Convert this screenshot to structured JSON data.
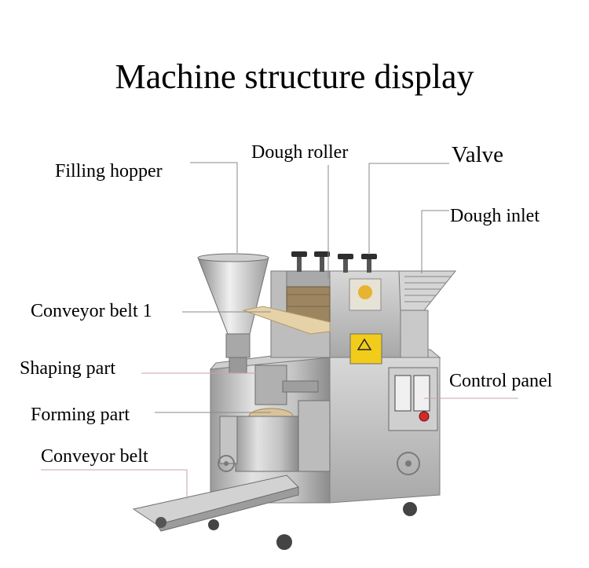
{
  "title": "Machine structure display",
  "colors": {
    "leader_gray": "#8a8a8a",
    "leader_red": "#c9a3a3",
    "steel_light": "#dcdcdc",
    "steel_mid": "#b9b9b9",
    "steel_dark": "#8e8e8e",
    "dough": "#e6d2a8",
    "warning_yellow": "#f2cc1a",
    "stop_red": "#d42a2a"
  },
  "labels": {
    "filling_hopper": "Filling hopper",
    "dough_roller": "Dough roller",
    "valve": "Valve",
    "dough_inlet": "Dough inlet",
    "conveyor_belt_1": "Conveyor belt 1",
    "shaping_part": "Shaping part",
    "control_panel": "Control panel",
    "forming_part": "Forming part",
    "conveyor_belt": "Conveyor belt"
  }
}
